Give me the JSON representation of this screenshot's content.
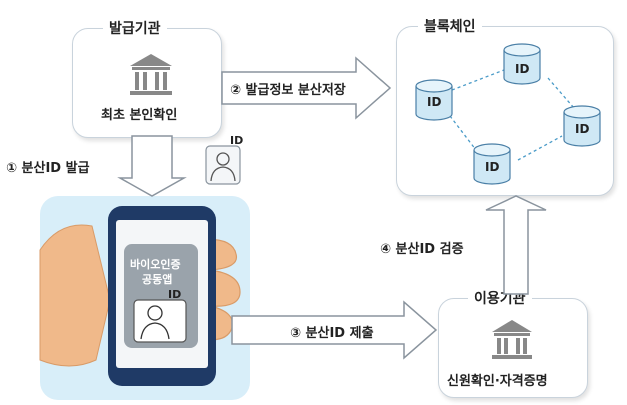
{
  "issuer": {
    "title": "발급기관",
    "caption": "최초 본인확인"
  },
  "blockchain": {
    "title": "블록체인",
    "nodes": [
      "ID",
      "ID",
      "ID",
      "ID"
    ]
  },
  "verifier": {
    "title": "이용기관",
    "caption": "신원확인·자격증명"
  },
  "steps": {
    "s1": "① 분산ID 발급",
    "s2": "② 발급정보 분산저장",
    "s3": "③ 분산ID 제출",
    "s4": "④ 분산ID 검증"
  },
  "badge": {
    "id_label": "ID"
  },
  "phone": {
    "app_label_line1": "바이오인증",
    "app_label_line2": "공동앱",
    "id_label": "ID"
  },
  "colors": {
    "arrow_fill": "#ffffff",
    "arrow_stroke": "#8a949e",
    "phone_bg": "#d8eef9",
    "phone_body": "#1f3a66",
    "node_fill": "#cfe8f5",
    "dash": "#4a9bc8"
  }
}
